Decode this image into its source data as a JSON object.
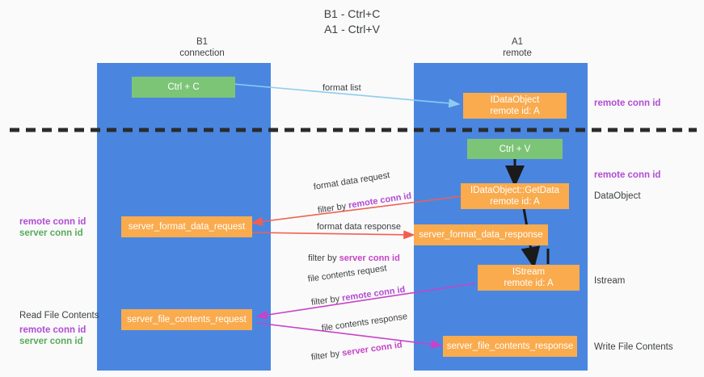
{
  "title": "B1 - Ctrl+C\nA1 - Ctrl+V",
  "lanes": [
    {
      "name": "b1",
      "heading": "B1\nconnection"
    },
    {
      "name": "a1",
      "heading": "A1\nremote"
    }
  ],
  "nodes": [
    {
      "id": "ctrl-c",
      "label": "Ctrl + C",
      "color": "green"
    },
    {
      "id": "idataobject",
      "label": "IDataObject\nremote id: A",
      "color": "orange"
    },
    {
      "id": "ctrl-v",
      "label": "Ctrl + V",
      "color": "green"
    },
    {
      "id": "getdata",
      "label": "IDataObject::GetData\nremote id: A",
      "color": "orange"
    },
    {
      "id": "server-format-data-request",
      "label": "server_format_data_request",
      "color": "orange"
    },
    {
      "id": "server-format-data-response",
      "label": "server_format_data_response",
      "color": "orange"
    },
    {
      "id": "istream",
      "label": "IStream\nremote id: A",
      "color": "orange"
    },
    {
      "id": "server-file-contents-request",
      "label": "server_file_contents_request",
      "color": "orange"
    },
    {
      "id": "server-file-contents-response",
      "label": "server_file_contents_response",
      "color": "orange"
    }
  ],
  "side_annotations": [
    {
      "id": "right-remote-conn-id-1",
      "text": "remote conn id"
    },
    {
      "id": "right-remote-conn-id-2",
      "text": "remote conn id"
    },
    {
      "id": "right-dataobject",
      "text": "DataObject"
    },
    {
      "id": "right-istream",
      "text": "Istream"
    },
    {
      "id": "right-write-file",
      "text": "Write File Contents"
    },
    {
      "id": "left-remote-conn-id-1",
      "text": "remote conn id"
    },
    {
      "id": "left-server-conn-id-1",
      "text": "server conn id"
    },
    {
      "id": "left-read-file",
      "text": "Read File Contents"
    },
    {
      "id": "left-remote-conn-id-2",
      "text": "remote conn id"
    },
    {
      "id": "left-server-conn-id-2",
      "text": "server conn id"
    }
  ],
  "edge_labels": [
    {
      "id": "format-list",
      "text": "format list"
    },
    {
      "id": "format-data-request",
      "text": "format data request"
    },
    {
      "id": "filter-remote-1-prefix",
      "text": "filter by ",
      "highlight": "remote conn id"
    },
    {
      "id": "format-data-response",
      "text": "format data response"
    },
    {
      "id": "filter-server-1-prefix",
      "text": "filter by ",
      "highlight": "server conn id"
    },
    {
      "id": "file-contents-request",
      "text": "file contents request"
    },
    {
      "id": "filter-remote-2-prefix",
      "text": "filter by ",
      "highlight": "remote conn id"
    },
    {
      "id": "file-contents-response",
      "text": "file contents response"
    },
    {
      "id": "filter-server-2-prefix",
      "text": "filter by ",
      "highlight": "server conn id"
    }
  ],
  "colors": {
    "lane": "#4a86e0",
    "green_node": "#7cc576",
    "orange_node": "#f9ab4e",
    "purple_text": "#b14bd4",
    "green_text": "#57ab5a",
    "magenta_arrow": "#c743c7",
    "red_arrow": "#f06050",
    "blue_arrow": "#8ecbf0",
    "divider": "#2b2b2b",
    "background": "#fafafa"
  }
}
